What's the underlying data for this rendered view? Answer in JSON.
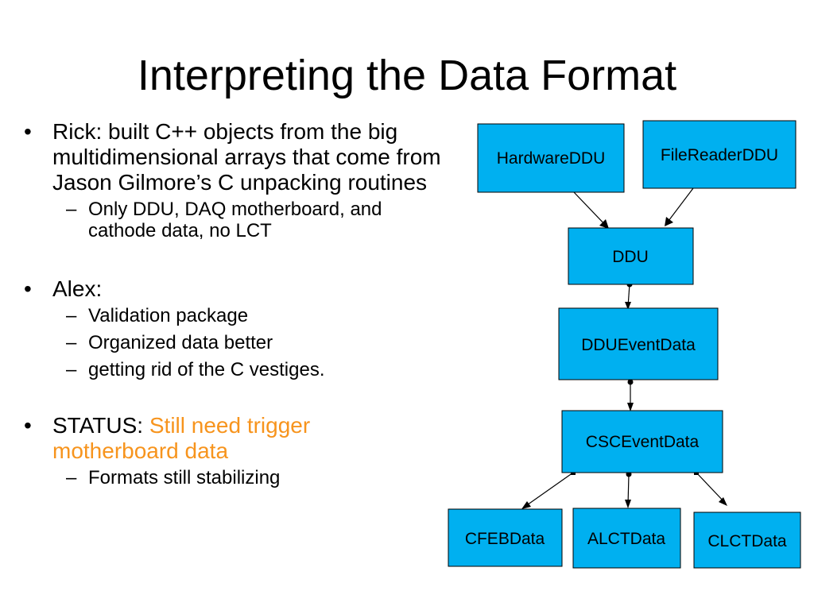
{
  "slide": {
    "title": "Interpreting the Data Format",
    "bullets": [
      {
        "text": "Rick: built C++ objects from the big multidimensional arrays that come from Jason Gilmore’s C unpacking routines",
        "subs": [
          "Only DDU, DAQ motherboard, and cathode data, no LCT"
        ]
      },
      {
        "text": "Alex:",
        "subs": [
          "Validation package",
          "Organized data better",
          "getting rid of the C vestiges."
        ]
      },
      {
        "text": "STATUS: ",
        "highlight": "Still need trigger motherboard data",
        "highlight_color": "#f7941d",
        "subs": [
          "Formats still stabilizing"
        ]
      }
    ]
  },
  "diagram": {
    "box_color": "#00b0f0",
    "nodes": {
      "hardware_ddu": "HardwareDDU",
      "file_reader_ddu": "FileReaderDDU",
      "ddu": "DDU",
      "ddu_event_data": "DDUEventData",
      "csc_event_data": "CSCEventData",
      "cfeb_data": "CFEBData",
      "alct_data": "ALCTData",
      "clct_data": "CLCTData"
    }
  }
}
